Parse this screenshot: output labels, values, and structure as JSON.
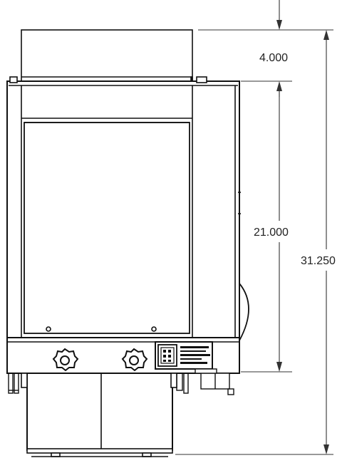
{
  "dimensions": {
    "top_section": "4.000",
    "middle_section": "21.000",
    "overall_height": "31.250"
  },
  "colors": {
    "line": "#111111",
    "dimension_line": "#333333",
    "text": "#222222"
  }
}
